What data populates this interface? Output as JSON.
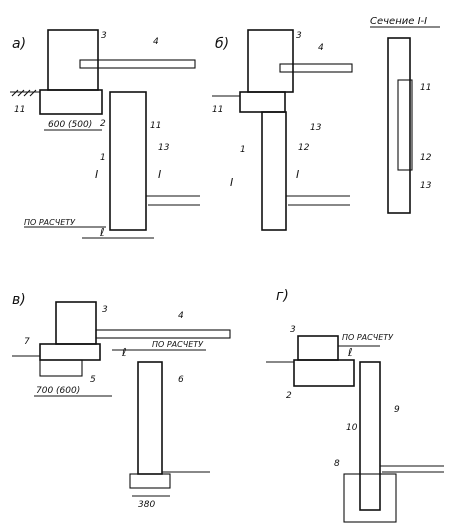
{
  "panels": {
    "a": {
      "letter": "а)",
      "callouts": [
        "3",
        "4",
        "11",
        "2",
        "11",
        "1",
        "13"
      ],
      "dim_label": "600 (500)",
      "section_mark": "I",
      "design_note": "ПО РАСЧЕТУ",
      "l_mark": "ℓ"
    },
    "b": {
      "letter": "б)",
      "callouts": [
        "3",
        "4",
        "11",
        "13",
        "1",
        "12"
      ],
      "section_mark": "I"
    },
    "section": {
      "title": "Сечение I-I",
      "callouts": [
        "11",
        "12",
        "13"
      ]
    },
    "v": {
      "letter": "в)",
      "callouts": [
        "3",
        "4",
        "7",
        "5",
        "6"
      ],
      "dim_label": "700 (600)",
      "design_note": "ПО РАСЧЕТУ",
      "l_mark": "ℓ",
      "bottom_dim": "380"
    },
    "g": {
      "letter": "г)",
      "callouts": [
        "3",
        "2",
        "9",
        "10",
        "8"
      ],
      "design_note": "ПО РАСЧЕТУ",
      "l_mark": "ℓ"
    }
  }
}
